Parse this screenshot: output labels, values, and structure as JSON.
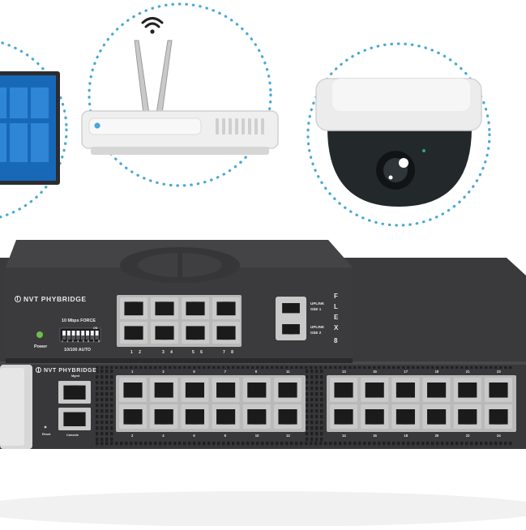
{
  "switch_small": {
    "brand": "NVT PHYBRIDGE",
    "power_label": "Power",
    "dip_top_label": "10 Mbps FORCE",
    "dip_numbers": "1 2 3 4 5 6 7 8",
    "dip_on_label": "ON",
    "dip_bottom_label": "10/100 AUTO",
    "port_pairs": [
      "1 2",
      "3 4",
      "5 6",
      "7 8"
    ],
    "uplink_1": [
      "UPLINK",
      "GbE 1"
    ],
    "uplink_2": [
      "UPLINK",
      "GbE 2"
    ],
    "model_letters": [
      "F",
      "L",
      "E",
      "X",
      "8"
    ]
  },
  "switch_large": {
    "brand": "NVT PHYBRIDGE",
    "mgmt_label": "Mgmt",
    "console_label": "Console",
    "reset_label": "Reset",
    "top_numbers": [
      "1",
      "3",
      "5",
      "7",
      "9",
      "11",
      "13",
      "15",
      "17",
      "19",
      "21",
      "23"
    ],
    "bottom_numbers": [
      "2",
      "4",
      "6",
      "8",
      "10",
      "12",
      "14",
      "16",
      "18",
      "20",
      "22",
      "24"
    ]
  },
  "colors": {
    "dotted_circle": "#4aa8d8",
    "device_dark": "#3a3a3c",
    "device_darker": "#2b2b2d",
    "port_silver": "#c9c9c9",
    "screen_blue": "#1769b8",
    "camera_dark": "#23282b",
    "camera_white": "#ececec",
    "router_white": "#efefef",
    "power_led": "#6cc04a"
  },
  "icons": [
    "wifi-icon",
    "power-icon",
    "camera-lens-icon",
    "router-led-icon"
  ]
}
